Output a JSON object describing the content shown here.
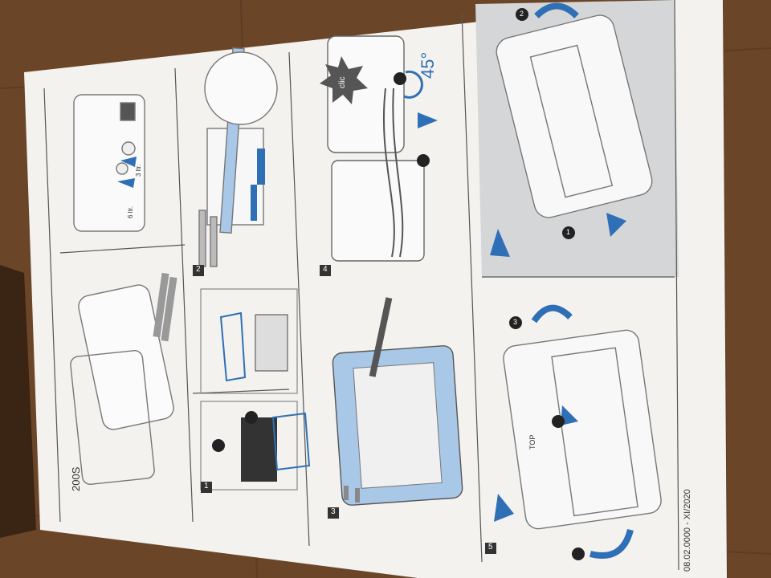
{
  "photo": {
    "subject": "",
    "colors": {
      "wood": "#6b4528",
      "paper": "#f3f2ef",
      "grey_panel": "#d4d6d7",
      "accent_blue": "#2f6fb6",
      "blue_frame": "#a9c7e6",
      "ink": "#3a3a3a"
    }
  },
  "manual": {
    "model": "200S",
    "footer_code": "08.02.0000 - XI/2020",
    "angle_label": "45°",
    "clic_label": "clic",
    "top_label": "TOP",
    "small_labels": [
      "6 ltr.",
      "3 ltr."
    ],
    "step_numbers": [
      "1",
      "2",
      "3",
      "4",
      "5"
    ],
    "callouts": [
      "1",
      "2",
      "3"
    ]
  }
}
